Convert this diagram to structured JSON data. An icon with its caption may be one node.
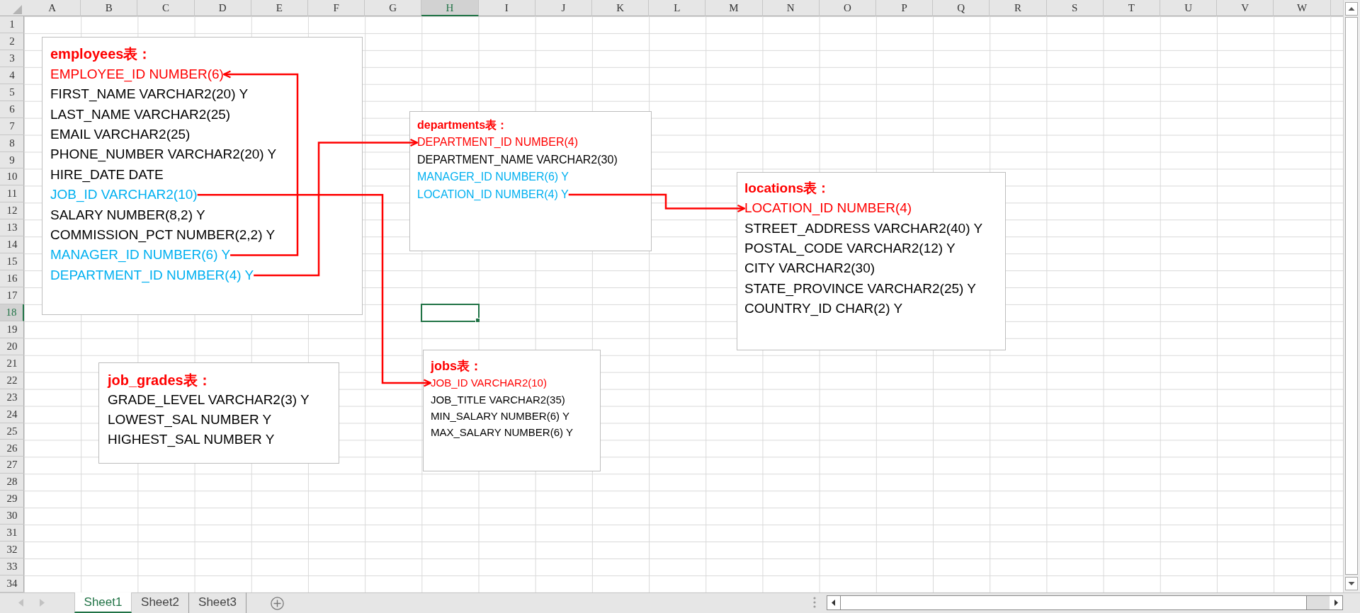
{
  "diagram": {
    "nodes": [
      {
        "text": [
          "employees表：",
          "FIRST_NAME VARCHAR2(20) Y",
          "LAST_NAME VARCHAR2(25)",
          "EMAIL VARCHAR2(25)",
          "PHONE_NUMBER VARCHAR2(20) Y",
          "HIRE_DATE DATE",
          "SALARY NUMBER(8,2) Y",
          "COMMISSION_PCT NUMBER(2,2) Y"
        ]
      },
      {
        "text": [
          "EMPLOYEE_ID NUMBER(6)"
        ],
        "in": 0
      },
      {
        "text": [
          "JOB_ID VARCHAR2(10)"
        ],
        "in": 0
      },
      {
        "text": [
          "MANAGER_ID NUMBER(6) Y"
        ],
        "in": 0
      },
      {
        "text": [
          "DEPARTMENT_ID NUMBER(4) Y"
        ],
        "in": 0
      },
      {
        "text": [
          "departments表：",
          "DEPARTMENT_NAME VARCHAR2(30)",
          "MANAGER_ID NUMBER(6) Y"
        ]
      },
      {
        "text": [
          "DEPARTMENT_ID NUMBER(4)"
        ],
        "in": 5
      },
      {
        "text": [
          "LOCATION_ID NUMBER(4) Y"
        ],
        "in": 5
      },
      {
        "text": [
          "locations表：",
          "STREET_ADDRESS VARCHAR2(40) Y",
          "POSTAL_CODE VARCHAR2(12) Y",
          "CITY VARCHAR2(30)",
          "STATE_PROVINCE VARCHAR2(25) Y",
          "COUNTRY_ID CHAR(2) Y"
        ]
      },
      {
        "text": [
          "LOCATION_ID NUMBER(4)"
        ],
        "in": 8
      },
      {
        "text": [
          "job_grades表：",
          "GRADE_LEVEL VARCHAR2(3) Y",
          "LOWEST_SAL NUMBER Y",
          "HIGHEST_SAL NUMBER Y"
        ]
      },
      {
        "text": [
          "jobs表：",
          "JOB_TITLE VARCHAR2(35)",
          "MIN_SALARY NUMBER(6) Y",
          "MAX_SALARY NUMBER(6) Y"
        ]
      },
      {
        "text": [
          "JOB_ID VARCHAR2(10)"
        ],
        "in": 11
      }
    ],
    "edges": [
      {
        "from": 3,
        "to": 1,
        "arrow": "to"
      },
      {
        "from": 2,
        "to": 12,
        "arrow": "to"
      },
      {
        "from": 4,
        "to": 6,
        "arrow": "to"
      },
      {
        "from": 7,
        "to": 9,
        "arrow": "to"
      }
    ],
    "labels": [
      "A",
      "B",
      "C",
      "D",
      "E",
      "F",
      "G",
      "H",
      "I",
      "J",
      "K",
      "L",
      "M",
      "N",
      "O",
      "P",
      "Q",
      "R",
      "S",
      "T",
      "U",
      "V",
      "W",
      "1",
      "2",
      "3",
      "4",
      "5",
      "6",
      "7",
      "8",
      "9",
      "10",
      "11",
      "12",
      "13",
      "14",
      "15",
      "16",
      "17",
      "18",
      "19",
      "20",
      "21",
      "22",
      "23",
      "24",
      "25",
      "26",
      "27",
      "28",
      "29",
      "30",
      "31",
      "32",
      "33",
      "34",
      "Sheet1",
      "Sheet2",
      "Sheet3"
    ]
  }
}
